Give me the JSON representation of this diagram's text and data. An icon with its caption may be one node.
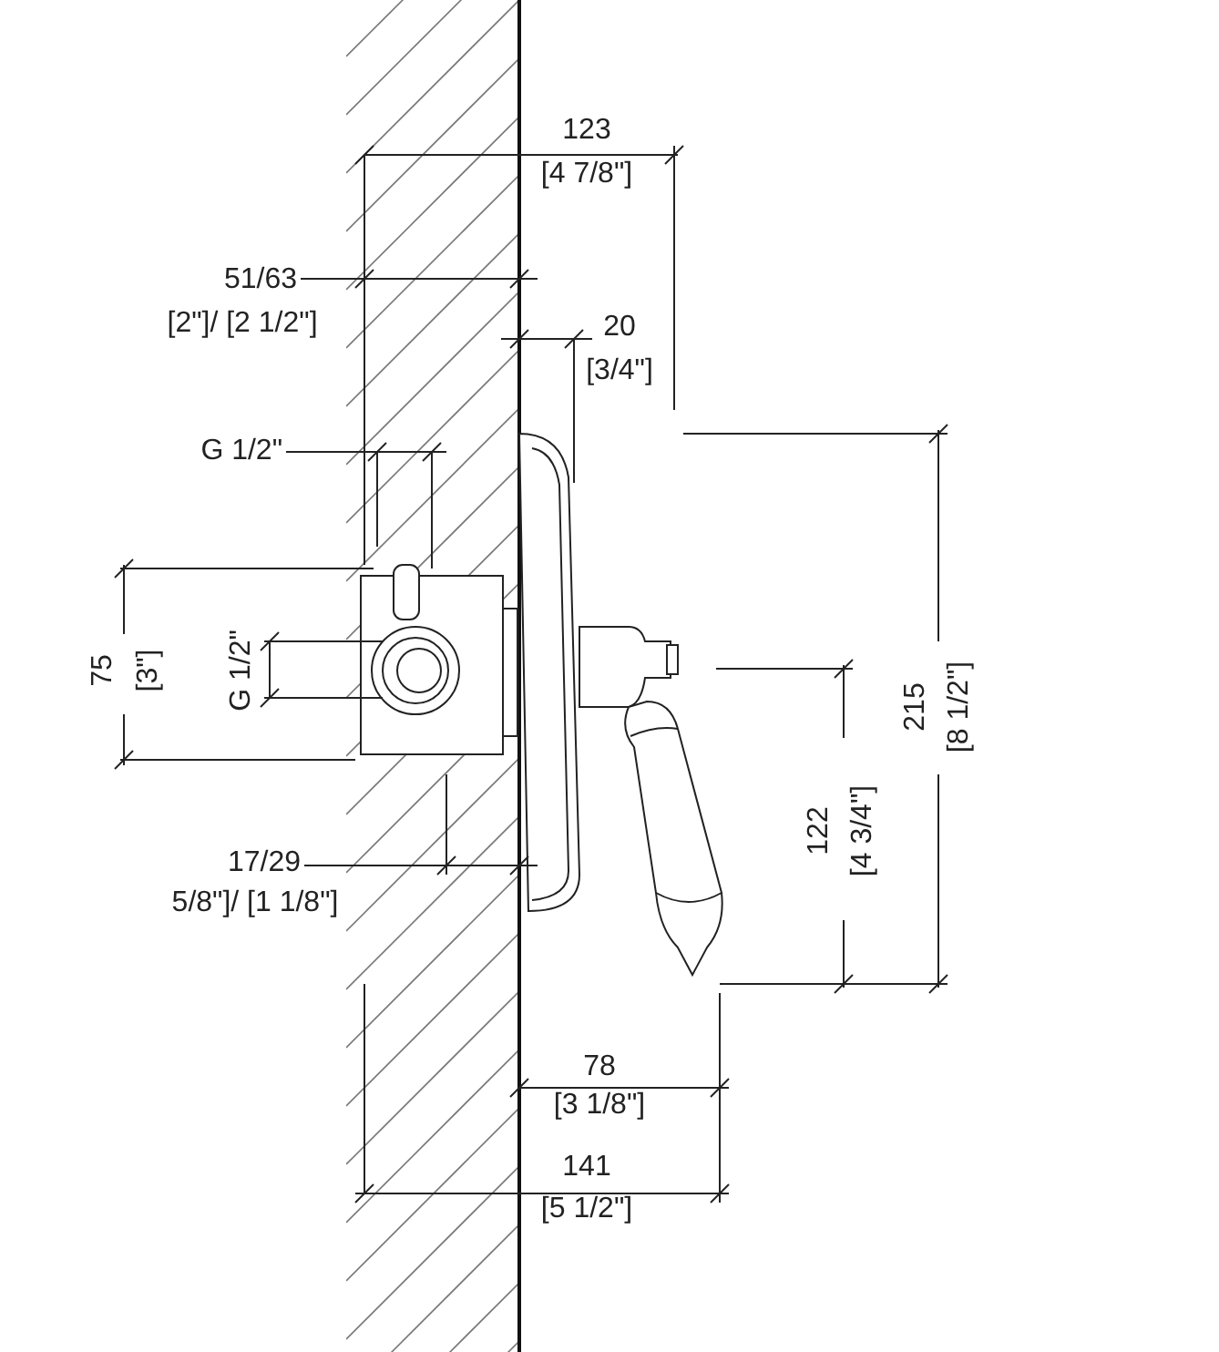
{
  "diagram": {
    "labels": [
      "123",
      "[4 7/8\"]",
      "51/63",
      "[2\"]/ [2 1/2\"]",
      "20",
      "[3/4\"]",
      "G 1/2\"",
      "75",
      "[3\"]",
      "G 1/2\"",
      "215",
      "[8 1/2\"]",
      "122",
      "[4 3/4\"]",
      "17/29",
      "5/8\"]/ [1 1/8\"]",
      "78",
      "[3 1/8\"]",
      "141",
      "[5 1/2\"]"
    ]
  }
}
